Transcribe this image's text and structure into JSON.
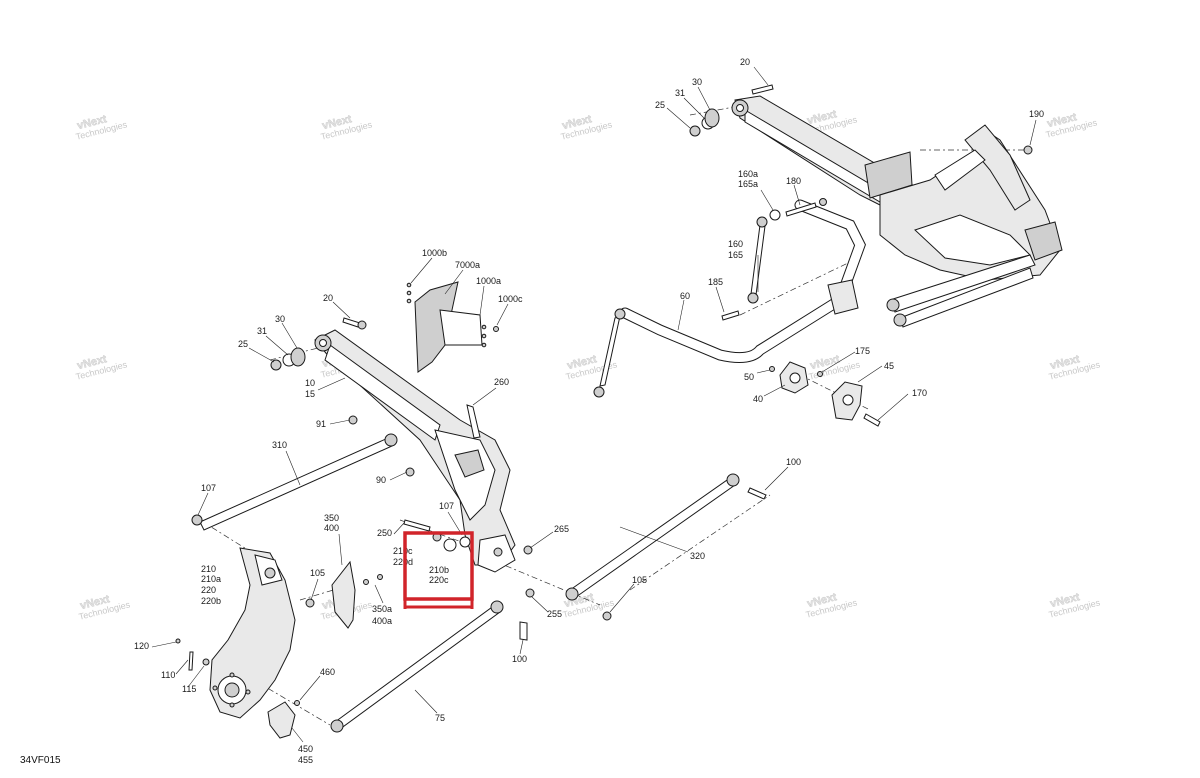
{
  "diagram": {
    "figure_code": "34VF015",
    "watermark_line1": "vNext",
    "watermark_line2": "Technologies",
    "callouts": {
      "c20a": "20",
      "c30a": "30",
      "c31a": "31",
      "c25a": "25",
      "c190": "190",
      "c160a": "160a",
      "c165a": "165a",
      "c180": "180",
      "c160": "160",
      "c165": "165",
      "c185": "185",
      "c60": "60",
      "c175": "175",
      "c45": "45",
      "c50": "50",
      "c40": "40",
      "c170": "170",
      "c1000b": "1000b",
      "c7000a": "7000a",
      "c1000a": "1000a",
      "c1000c": "1000c",
      "c20b": "20",
      "c30b": "30",
      "c31b": "31",
      "c25b": "25",
      "c10": "10",
      "c15": "15",
      "c260": "260",
      "c91": "91",
      "c310": "310",
      "c90": "90",
      "c107a": "107",
      "c107b": "107",
      "c350": "350",
      "c400": "400",
      "c250": "250",
      "c210c": "210c",
      "c220d": "220d",
      "c210b": "210b",
      "c220c": "220c",
      "c265": "265",
      "c100a": "100",
      "c320": "320",
      "c105a": "105",
      "c105b": "105",
      "c350a": "350a",
      "c400a": "400a",
      "c255": "255",
      "c210": "210",
      "c210a": "210a",
      "c220": "220",
      "c220b": "220b",
      "c120": "120",
      "c110": "110",
      "c115": "115",
      "c460": "460",
      "c100b": "100",
      "c75": "75",
      "c450": "450",
      "c455": "455"
    }
  }
}
